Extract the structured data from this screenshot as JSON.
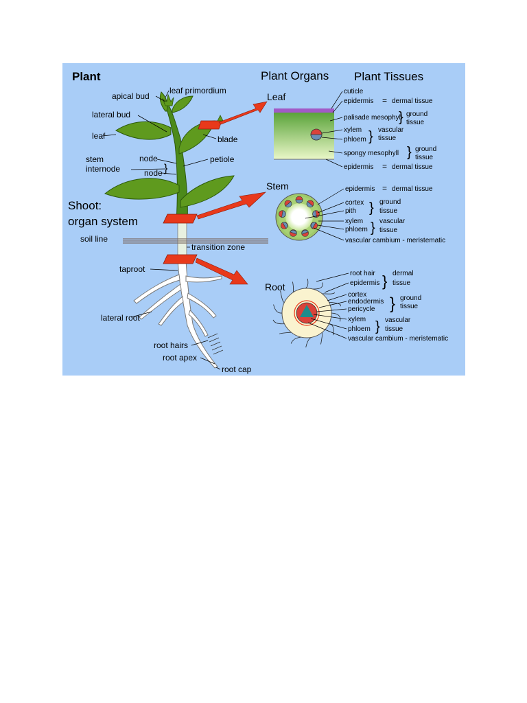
{
  "colors": {
    "background": "#a9cdf7",
    "leaf_green": "#5f9a1e",
    "leaf_dark": "#2d5a0c",
    "stem_green": "#4c8a1a",
    "root_white": "#ffffff",
    "arrow_red": "#e8391b",
    "xylem_red": "#d9433a",
    "phloem_blue": "#6a8fb5",
    "teal_core": "#1f8c8c",
    "root_cortex": "#faf3cf"
  },
  "headings": {
    "plant": "Plant",
    "organs": "Plant Organs",
    "tissues": "Plant Tissues",
    "shoot_line1": "Shoot:",
    "shoot_line2": "organ system"
  },
  "plant_labels": {
    "apical_bud": "apical bud",
    "leaf_primordium": "leaf primordium",
    "lateral_bud": "lateral bud",
    "leaf": "leaf",
    "blade": "blade",
    "stem": "stem",
    "node1": "node",
    "internode": "internode",
    "node2": "node",
    "petiole": "petiole",
    "soil_line": "soil line",
    "transition_zone": "transition zone",
    "taproot": "taproot",
    "lateral_root": "lateral root",
    "root_hairs": "root hairs",
    "root_apex": "root apex",
    "root_cap": "root cap"
  },
  "organs": {
    "leaf": {
      "title": "Leaf",
      "cuticle": "cuticle",
      "epidermis_top": "epidermis",
      "dermal_top": "dermal tissue",
      "palisade": "palisade mesophyll",
      "ground1_a": "ground",
      "ground1_b": "tissue",
      "xylem": "xylem",
      "phloem": "phloem",
      "vascular_a": "vascular",
      "vascular_b": "tissue",
      "spongy": "spongy mesophyll",
      "ground2_a": "ground",
      "ground2_b": "tissue",
      "epidermis_bottom": "epidermis",
      "dermal_bottom": "dermal tissue",
      "equals": "="
    },
    "stem": {
      "title": "Stem",
      "epidermis": "epidermis",
      "dermal": "dermal tissue",
      "equals": "=",
      "cortex": "cortex",
      "pith": "pith",
      "ground_a": "ground",
      "ground_b": "tissue",
      "xylem": "xylem",
      "phloem": "phloem",
      "vascular_a": "vascular",
      "vascular_b": "tissue",
      "cambium": "vascular cambium - meristematic"
    },
    "root": {
      "title": "Root",
      "root_hair": "root hair",
      "epidermis": "epidermis",
      "dermal_a": "dermal",
      "dermal_b": "tissue",
      "cortex": "cortex",
      "endodermis": "endodermis",
      "pericycle": "pericycle",
      "ground_a": "ground",
      "ground_b": "tissue",
      "xylem": "xylem",
      "phloem": "phloem",
      "vascular_a": "vascular",
      "vascular_b": "tissue",
      "cambium": "vascular cambium - meristematic"
    }
  }
}
